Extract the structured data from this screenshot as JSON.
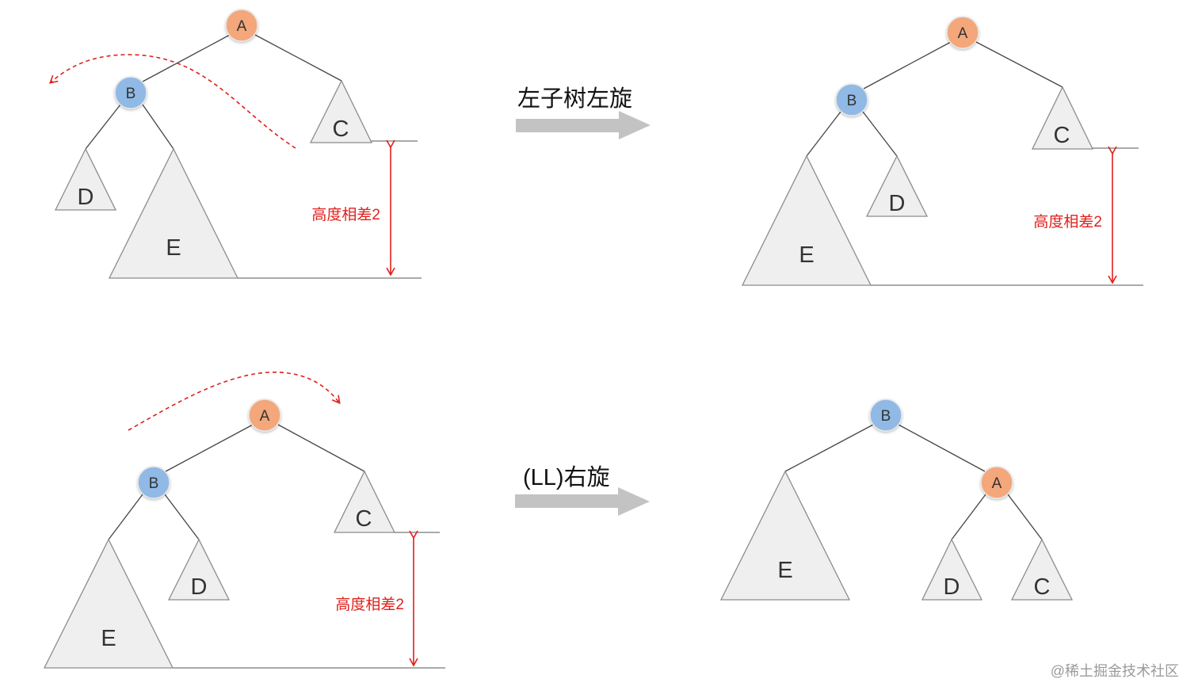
{
  "colors": {
    "root_node": "#f4a77a",
    "child_node": "#90b9e6",
    "node_stroke": "#e6e6e6",
    "triangle_fill": "#efefef",
    "triangle_stroke": "#8c8c8c",
    "edge": "#444444",
    "measure_line": "#777777",
    "accent_red": "#e0201c",
    "arrow_gray": "#c3c3c3",
    "watermark": "#9a9a9a"
  },
  "icons": [
    "dashed-curved-arrow-icon",
    "block-arrow-right-icon",
    "double-headed-arrow-icon"
  ],
  "rows": [
    {
      "operation_label": "左子树左旋",
      "before": {
        "node_a": "A",
        "node_b": "B",
        "subtree_c": "C",
        "subtree_d": "D",
        "subtree_e": "E",
        "height_label": "高度相差2"
      },
      "after": {
        "node_a": "A",
        "node_b": "B",
        "subtree_c": "C",
        "subtree_d": "D",
        "subtree_e": "E",
        "height_label": "高度相差2"
      }
    },
    {
      "operation_label": "(LL)右旋",
      "before": {
        "node_a": "A",
        "node_b": "B",
        "subtree_c": "C",
        "subtree_d": "D",
        "subtree_e": "E",
        "height_label": "高度相差2"
      },
      "after": {
        "node_a": "A",
        "node_b": "B",
        "subtree_c": "C",
        "subtree_d": "D",
        "subtree_e": "E"
      }
    }
  ],
  "watermark": "@稀土掘金技术社区"
}
